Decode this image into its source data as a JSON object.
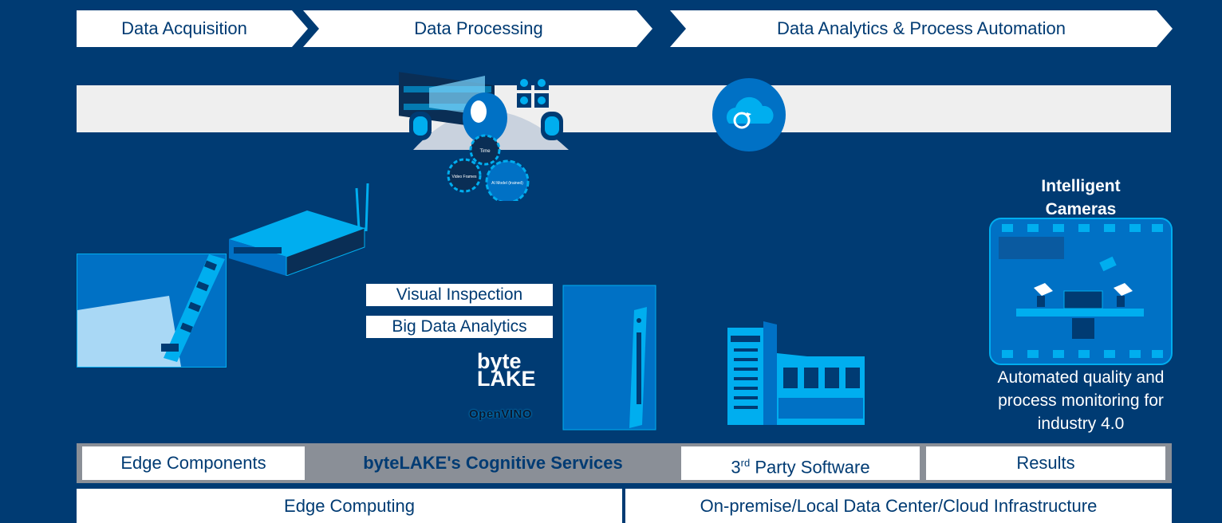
{
  "stages": [
    "Data Acquisition",
    "Data Processing",
    "Data Analytics & Process Automation"
  ],
  "labels": {
    "visual_inspection": "Visual Inspection",
    "big_data": "Big Data Analytics",
    "logo_line1": "byte",
    "logo_line2": "LAKE",
    "openvino": "OpenVINO"
  },
  "robot_gears": {
    "g1": "Time",
    "g2": "Video Frames",
    "g3": "AI Model (trained)"
  },
  "cameras": {
    "title_line1": "Intelligent",
    "title_line2": "Cameras",
    "caption": [
      "Automated quality and",
      "process monitoring for",
      "industry 4.0"
    ]
  },
  "row": {
    "edge_components": "Edge Components",
    "cognitive": "byteLAKE's Cognitive Services",
    "third_party_base": "3",
    "third_party_sup": "rd",
    "third_party_rest": " Party Software",
    "results": "Results"
  },
  "bottom": {
    "edge_computing": "Edge Computing",
    "infrastructure": "On-premise/Local Data Center/Cloud Infrastructure"
  },
  "colors": {
    "background": "#003b73",
    "accent": "#00aeef",
    "dark_accent": "#0071c5"
  }
}
